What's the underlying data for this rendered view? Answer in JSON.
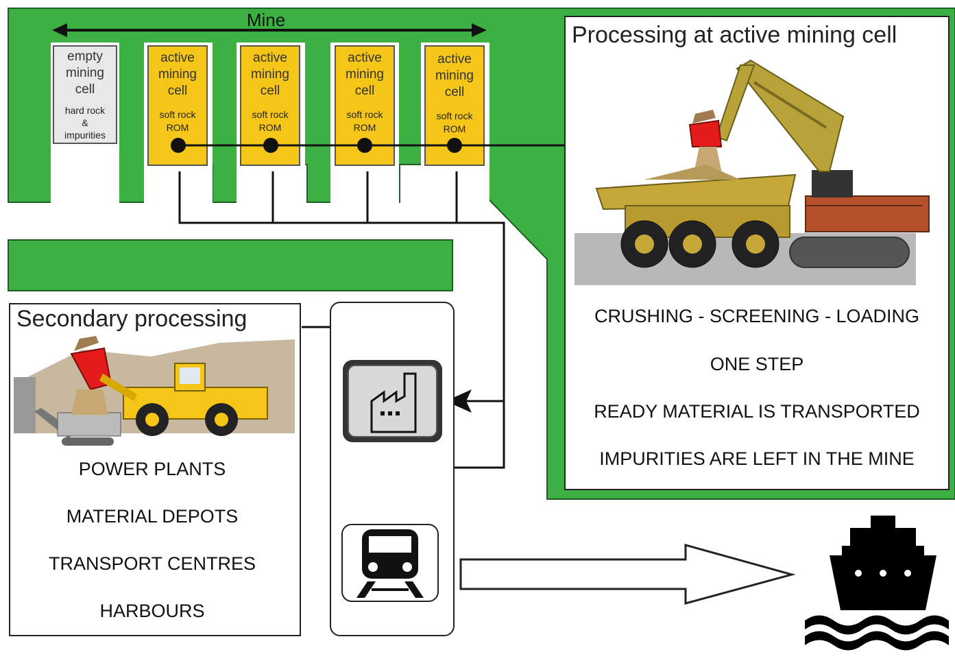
{
  "mine": {
    "label": "Mine",
    "cells": [
      {
        "line1": "empty",
        "line2": "mining",
        "line3": "cell",
        "sub1": "hard rock",
        "sub2": "&",
        "sub3": "impurities",
        "state": "empty"
      },
      {
        "line1": "active",
        "line2": "mining",
        "line3": "cell",
        "sub1": "soft rock",
        "sub2": "ROM",
        "state": "active"
      },
      {
        "line1": "active",
        "line2": "mining",
        "line3": "cell",
        "sub1": "soft rock",
        "sub2": "ROM",
        "state": "active"
      },
      {
        "line1": "active",
        "line2": "mining",
        "line3": "cell",
        "sub1": "soft rock",
        "sub2": "ROM",
        "state": "active"
      },
      {
        "line1": "active",
        "line2": "mining",
        "line3": "cell",
        "sub1": "soft rock",
        "sub2": "ROM",
        "state": "active"
      }
    ]
  },
  "active_processing": {
    "title": "Processing at active mining cell",
    "lines": [
      "CRUSHING - SCREENING - LOADING",
      "ONE STEP",
      "READY MATERIAL IS TRANSPORTED",
      "IMPURITIES ARE LEFT IN THE MINE"
    ]
  },
  "secondary_processing": {
    "title": "Secondary processing",
    "lines": [
      "POWER PLANTS",
      "MATERIAL DEPOTS",
      "TRANSPORT CENTRES",
      "HARBOURS"
    ]
  },
  "icons": {
    "factory": "factory-icon",
    "train": "train-icon",
    "ship": "ship-icon"
  },
  "colors": {
    "mine_green": "#3cb043",
    "cell_yellow": "#f5c518",
    "cell_empty": "#e8e8e8"
  }
}
